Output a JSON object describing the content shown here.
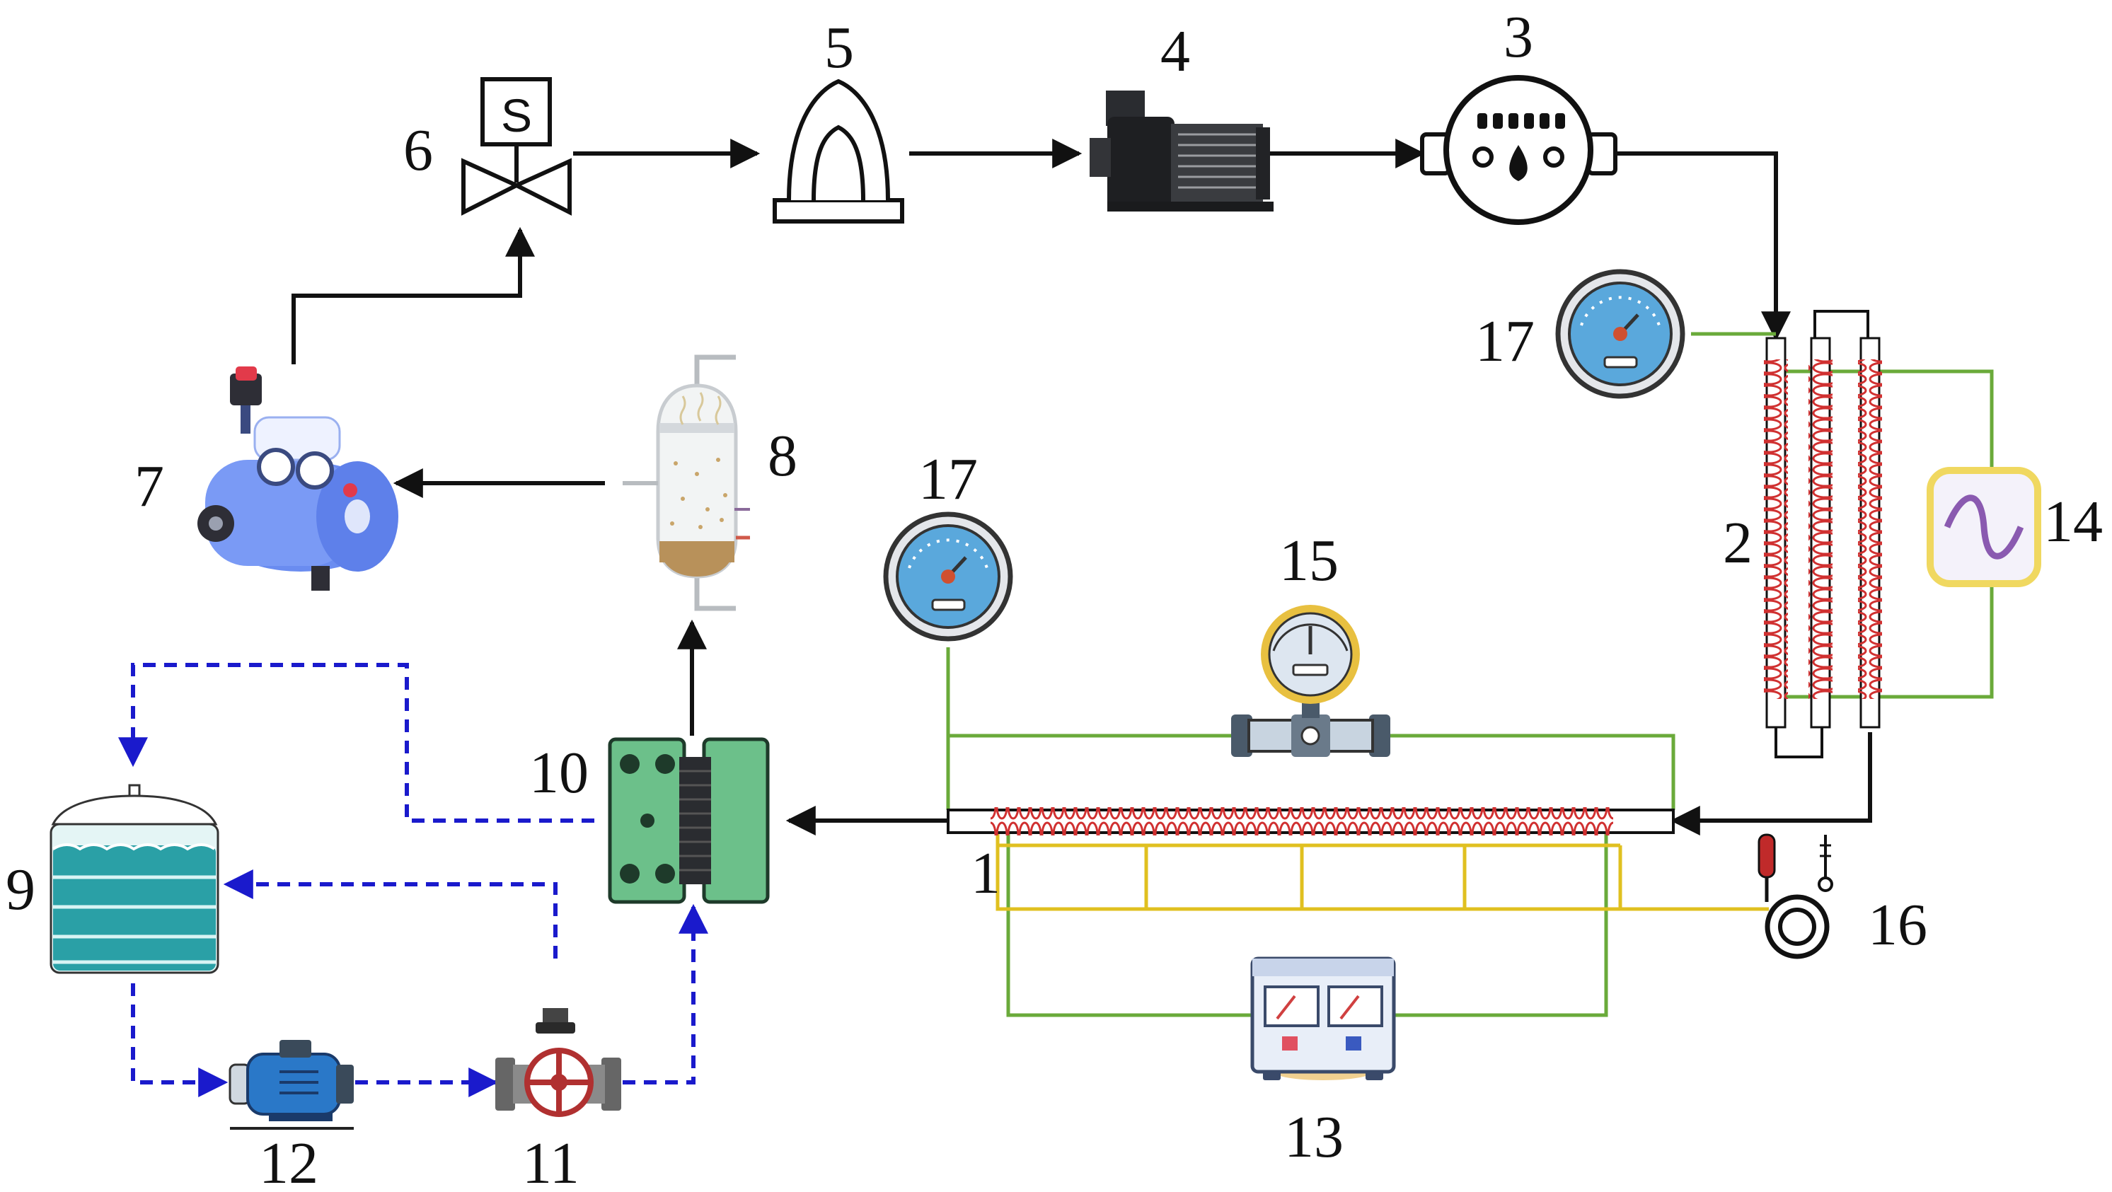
{
  "colors": {
    "flow_line": "#111111",
    "water_loop": "#1a1acc",
    "thermocouple_wire": "#e0c020",
    "power_wire": "#6aaa3a",
    "heating_coil": "#d03030",
    "gauge_face": "#5aa8dc",
    "tank_water": "#2aa0a6",
    "heat_exchanger": "#6cc08a"
  },
  "components": [
    {
      "id": "test-section",
      "number": "1",
      "icon": "heated-tube-icon"
    },
    {
      "id": "preheater",
      "number": "2",
      "icon": "preheater-tubes-icon"
    },
    {
      "id": "flow-meter",
      "number": "3",
      "icon": "flow-meter-icon"
    },
    {
      "id": "pump",
      "number": "4",
      "icon": "pump-icon"
    },
    {
      "id": "filter",
      "number": "5",
      "icon": "filter-icon"
    },
    {
      "id": "solenoid-valve",
      "number": "6",
      "icon": "solenoid-valve-icon"
    },
    {
      "id": "compressor-tank",
      "number": "7",
      "icon": "compressor-icon"
    },
    {
      "id": "separator",
      "number": "8",
      "icon": "separator-vessel-icon"
    },
    {
      "id": "water-tank",
      "number": "9",
      "icon": "water-tank-icon"
    },
    {
      "id": "plate-heat-exchanger",
      "number": "10",
      "icon": "plate-heat-exchanger-icon"
    },
    {
      "id": "water-valve",
      "number": "11",
      "icon": "gate-valve-icon"
    },
    {
      "id": "water-pump",
      "number": "12",
      "icon": "water-pump-icon"
    },
    {
      "id": "power-supply",
      "number": "13",
      "icon": "power-supply-icon"
    },
    {
      "id": "ac-source",
      "number": "14",
      "icon": "ac-source-icon"
    },
    {
      "id": "differential-pressure-gauge",
      "number": "15",
      "icon": "diff-pressure-gauge-icon"
    },
    {
      "id": "thermocouple-logger",
      "number": "16",
      "icon": "thermocouple-icon"
    },
    {
      "id": "pressure-gauge-upper",
      "number": "17",
      "icon": "pressure-gauge-icon"
    },
    {
      "id": "pressure-gauge-lower",
      "number": "17",
      "icon": "pressure-gauge-icon"
    }
  ],
  "solenoid_letter": "S"
}
